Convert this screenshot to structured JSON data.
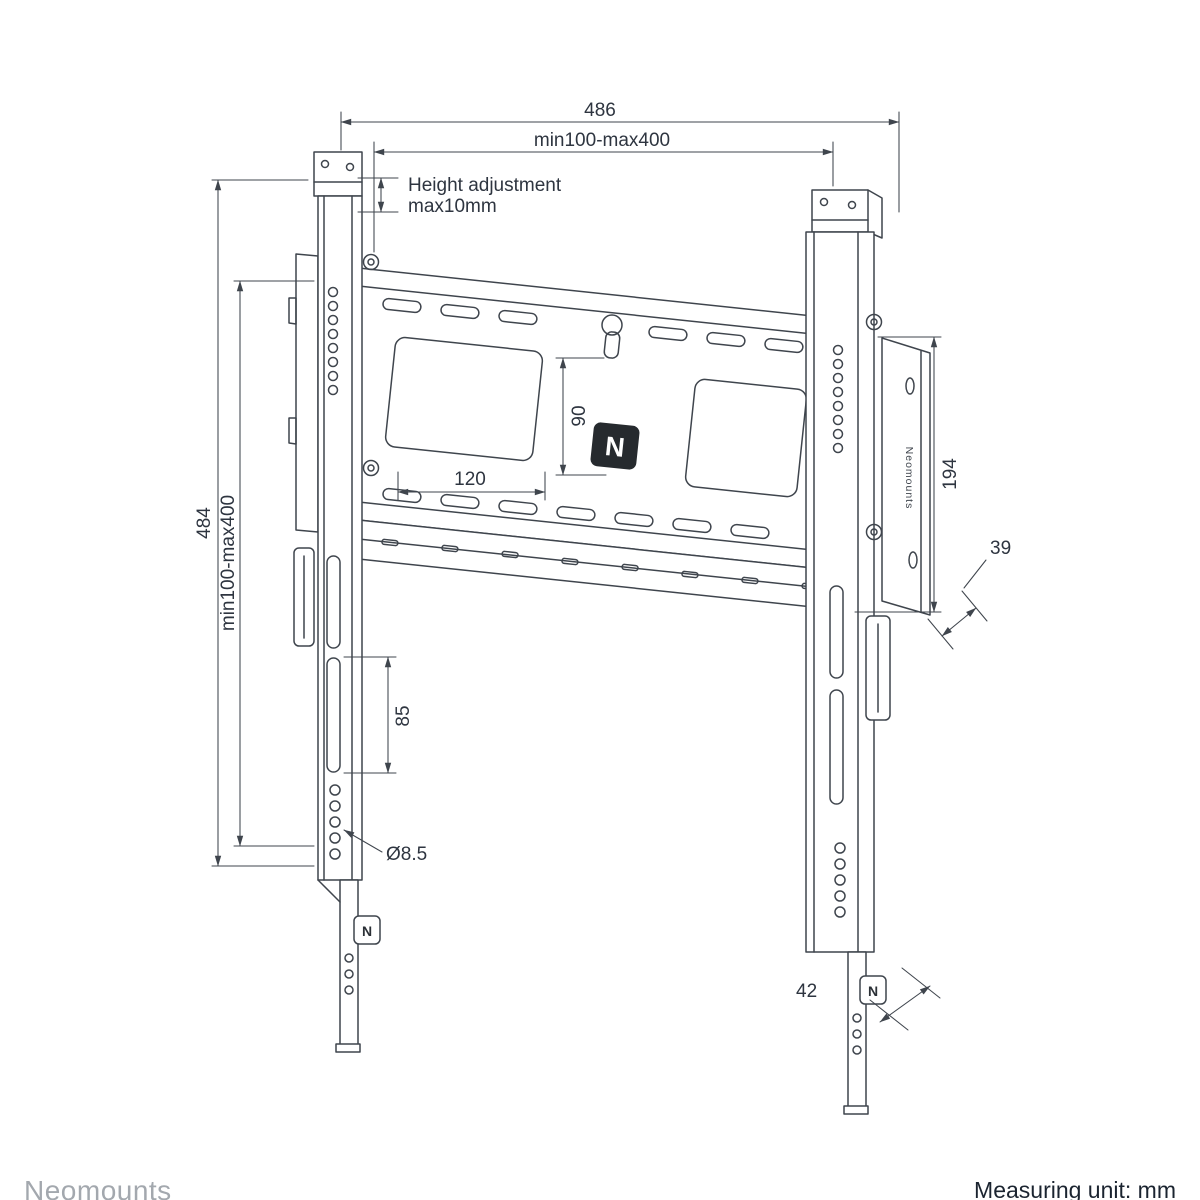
{
  "labels": {
    "width_top": "486",
    "width_vesa": "min100-max400",
    "height_adjust_line1": "Height adjustment",
    "height_adjust_line2": "max10mm",
    "height_left": "484",
    "height_vesa": "min100-max400",
    "keyhole_height": "90",
    "slot_width": "120",
    "rail_height": "194",
    "depth_right": "39",
    "slot_height": "85",
    "hole_diameter": "Ø8.5",
    "depth_bottom": "42"
  },
  "logo": {
    "letter": "N",
    "brand_vertical": "Neomounts"
  },
  "footer": {
    "brand": "Neomounts",
    "unit": "Measuring unit: mm"
  },
  "colors": {
    "line": "#3f454d",
    "text": "#2e3540",
    "logo_bg": "#262a2e"
  }
}
